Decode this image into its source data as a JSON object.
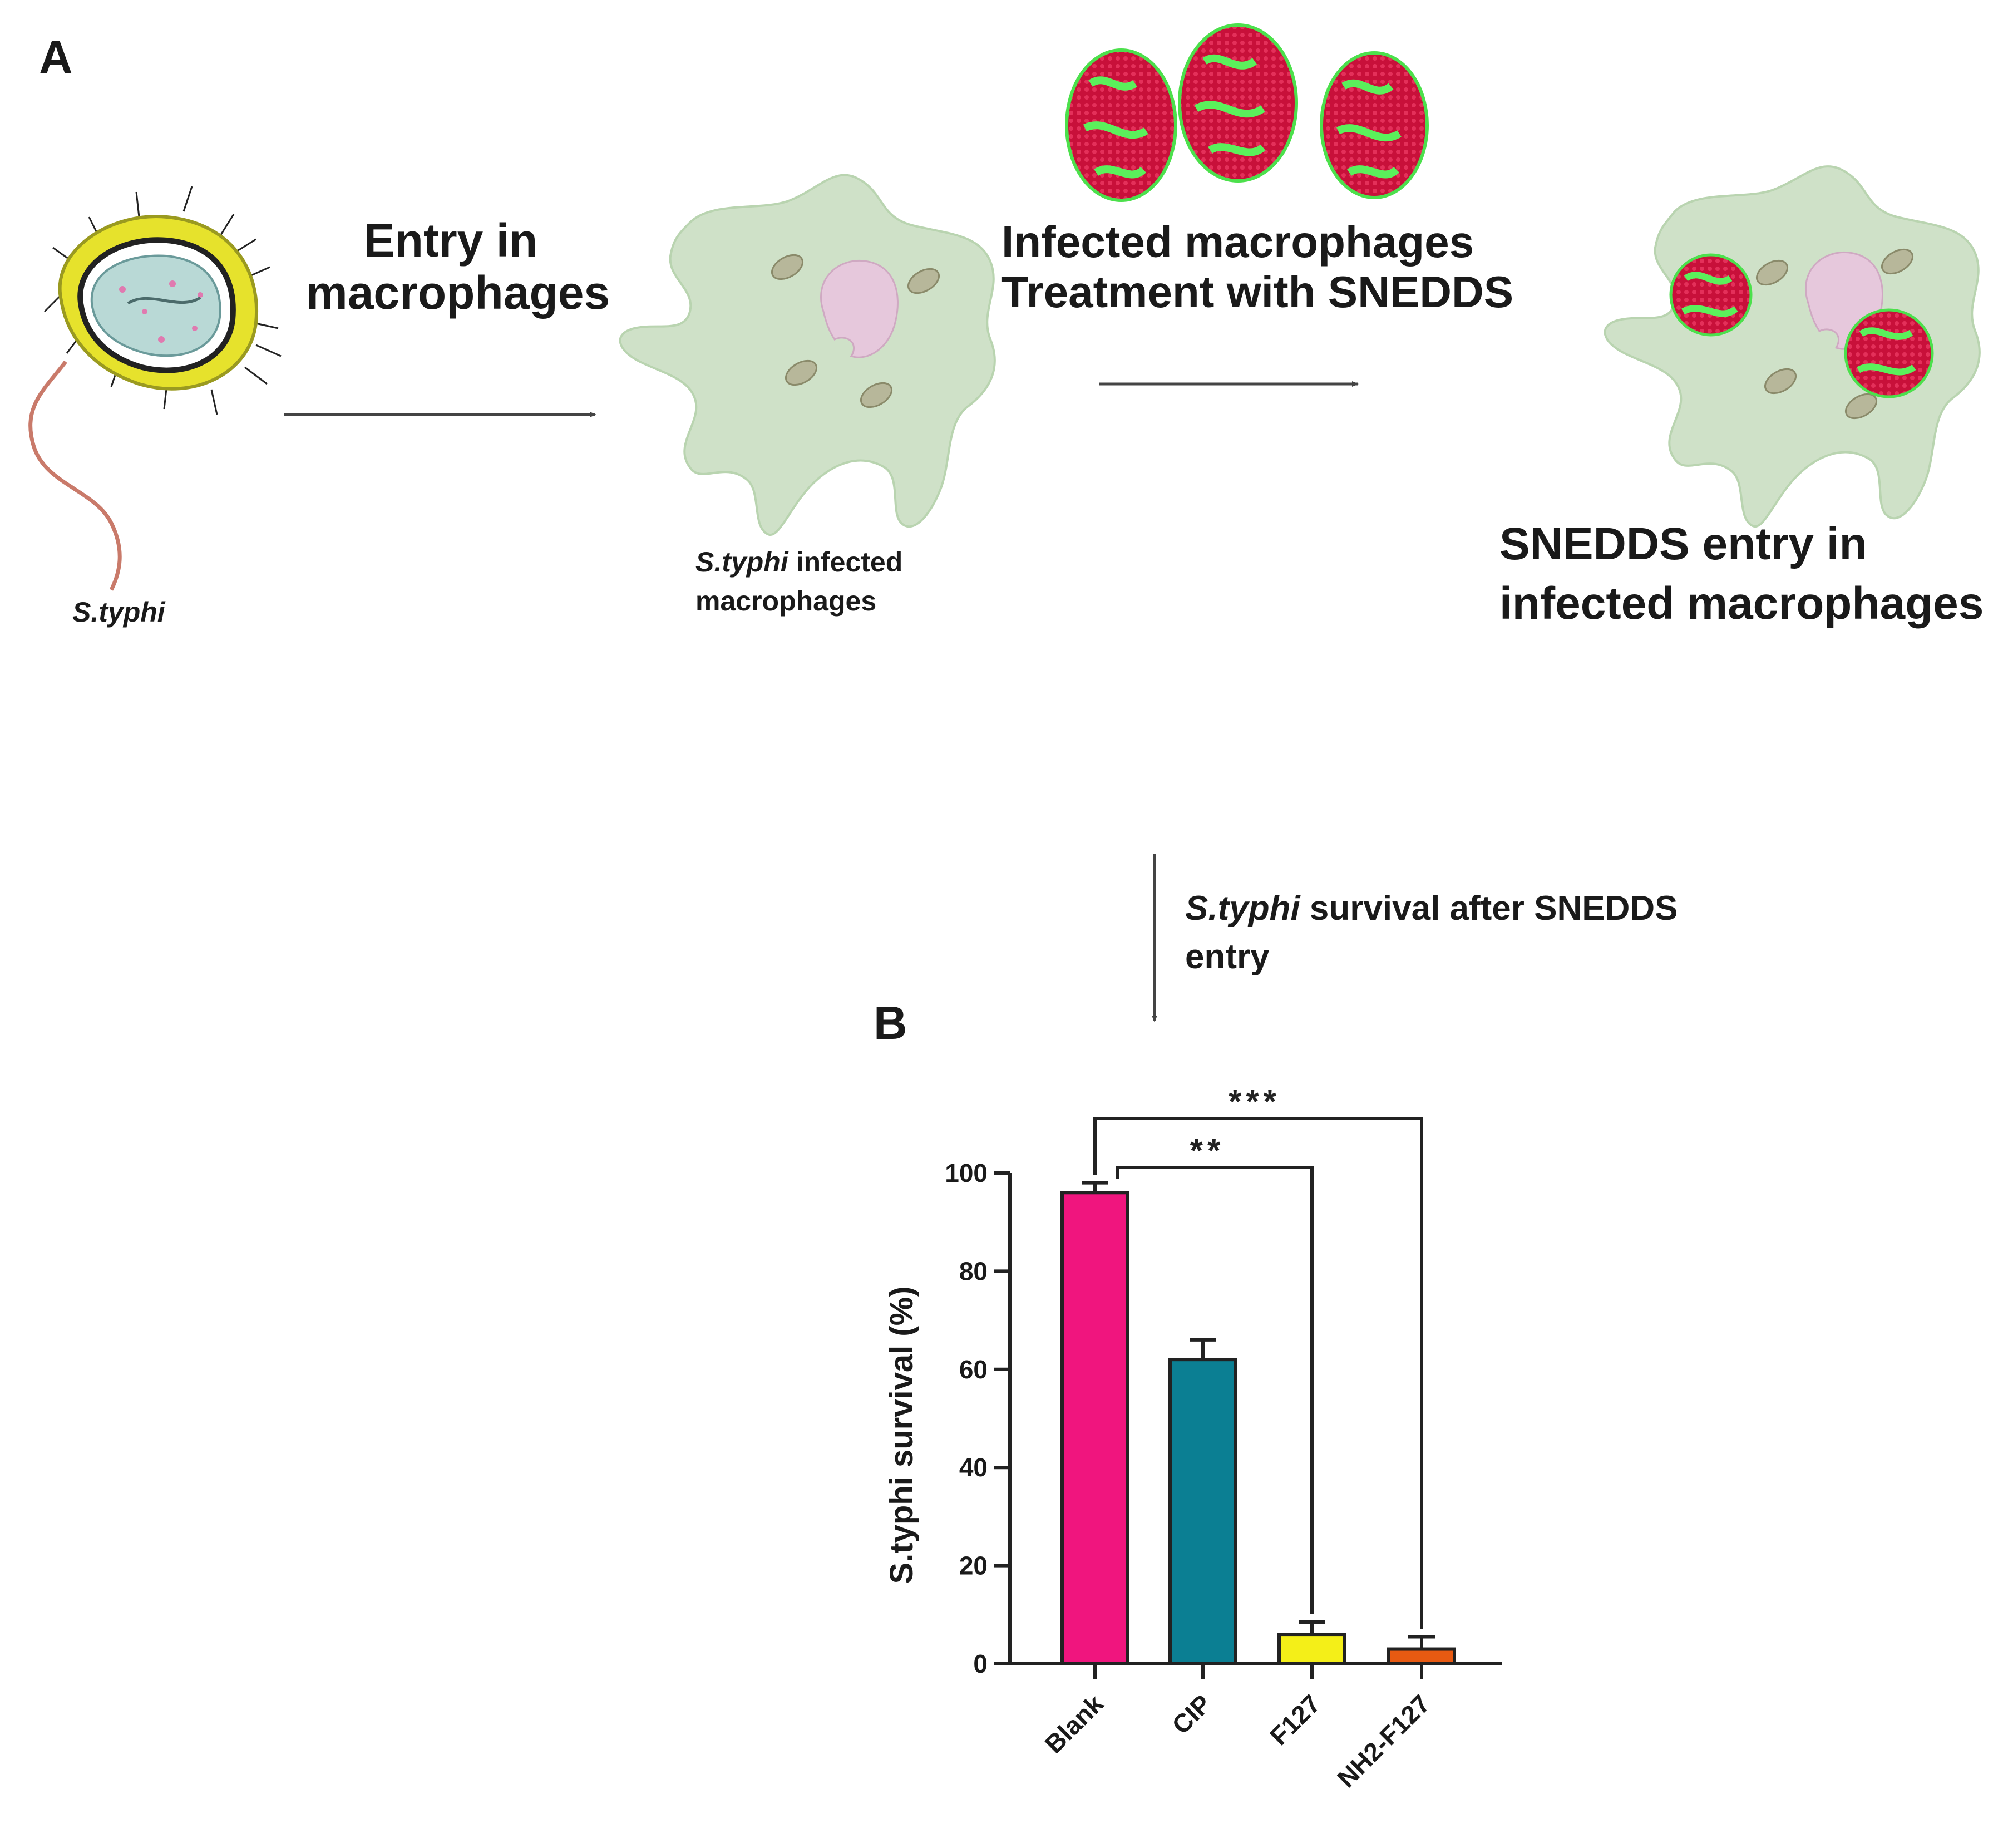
{
  "panel_a": {
    "letter": "A",
    "bacterium_label_italic": "S.typhi",
    "step1_label": [
      "Entry in",
      "macrophages"
    ],
    "infected_label_italic": "S.typhi",
    "infected_label_rest": " infected",
    "infected_label_line2": "macrophages",
    "step2_label": [
      "Infected macrophages",
      "Treatment with SNEDDS"
    ],
    "result_label": [
      "SNEDDS entry in",
      "infected macrophages"
    ]
  },
  "transition": {
    "label_italic": "S.typhi",
    "label_rest": " survival after SNEDDS",
    "label_line2": "entry"
  },
  "panel_b": {
    "letter": "B",
    "colors": {
      "Blank": "#f0157e",
      "CIP": "#0b7f93",
      "F127": "#f4ef18",
      "NH2-F127": "#e85a12"
    }
  },
  "chart_data": {
    "type": "bar",
    "ylabel": "S.typhi survival (%)",
    "xlabel": "",
    "categories": [
      "Blank",
      "CIP",
      "F127",
      "NH2-F127"
    ],
    "values": [
      96,
      62,
      6,
      3
    ],
    "errors": [
      2,
      4,
      2.5,
      2.5
    ],
    "ylim": [
      0,
      100
    ],
    "yticks": [
      0,
      20,
      40,
      60,
      80,
      100
    ],
    "grid": false,
    "significance": [
      {
        "from": "Blank",
        "to": "F127",
        "label": "**"
      },
      {
        "from": "Blank",
        "to": "NH2-F127",
        "label": "***"
      }
    ]
  }
}
